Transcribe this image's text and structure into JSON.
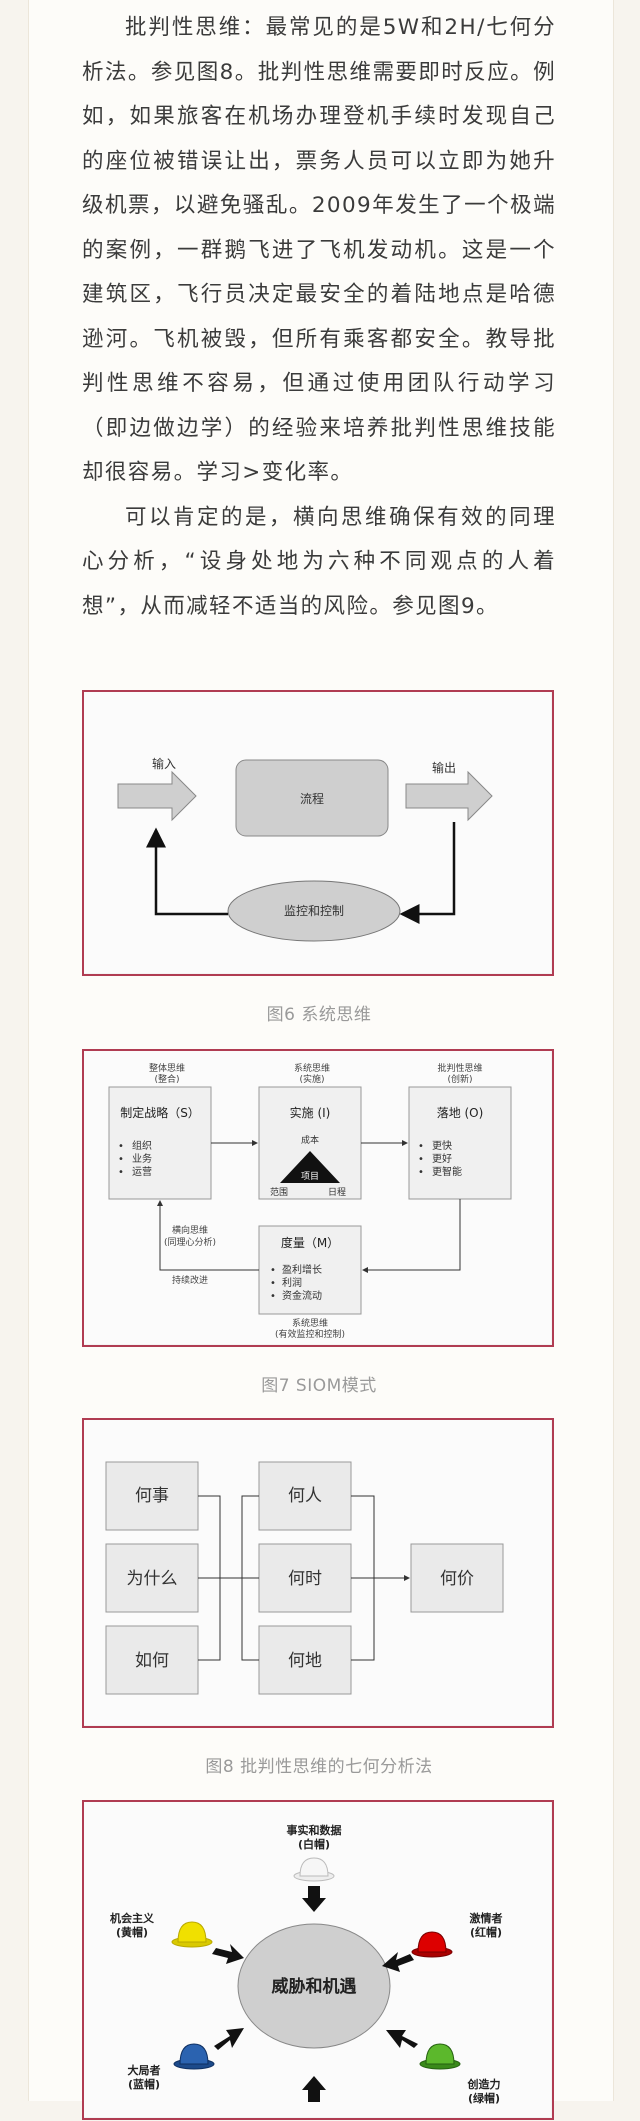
{
  "article": {
    "paragraphs": [
      "批判性思维：最常见的是5W和2H/七何分析法。参见图8。批判性思维需要即时反应。例如，如果旅客在机场办理登机手续时发现自己的座位被错误让出，票务人员可以立即为她升级机票，以避免骚乱。2009年发生了一个极端的案例，一群鹅飞进了飞机发动机。这是一个建筑区，飞行员决定最安全的着陆地点是哈德逊河。飞机被毁，但所有乘客都安全。教导批判性思维不容易，但通过使用团队行动学习（即边做边学）的经验来培养批判性思维技能却很容易。学习>变化率。",
      "可以肯定的是，横向思维确保有效的同理心分析，“设身处地为六种不同观点的人着想”，从而减轻不适当的风险。参见图9。"
    ]
  },
  "fig6": {
    "caption": "图6 系统思维",
    "input": "输入",
    "process": "流程",
    "output": "输出",
    "monitor": "监控和控制"
  },
  "fig7": {
    "caption": "图7 SIOM模式",
    "s_top": "整体思维",
    "s_top2": "(整合)",
    "s_title": "制定战略（S）",
    "s_items": [
      "组织",
      "业务",
      "运营"
    ],
    "i_top": "系统思维",
    "i_top2": "(实施)",
    "i_title": "实施 (I)",
    "i_cost": "成本",
    "i_project": "项目",
    "i_scope": "范围",
    "i_schedule": "日程",
    "o_top": "批判性思维",
    "o_top2": "(创新)",
    "o_title": "落地 (O)",
    "o_items": [
      "更快",
      "更好",
      "更智能"
    ],
    "m_title": "度量（M）",
    "m_items": [
      "盈利增长",
      "利润",
      "资金流动"
    ],
    "m_bottom": "系统思维",
    "m_bottom2": "(有效监控和控制)",
    "lateral": "横向思维",
    "lateral2": "(同理心分析)",
    "improve": "持续改进"
  },
  "fig8": {
    "caption": "图8 批判性思维的七何分析法",
    "what": "何事",
    "why": "为什么",
    "how": "如何",
    "who": "何人",
    "when": "何时",
    "where": "何地",
    "how_much": "何价"
  },
  "fig9": {
    "center": "威胁和机遇",
    "white": "事实和数据",
    "white2": "(白帽)",
    "yellow": "机会主义",
    "yellow2": "(黄帽)",
    "red": "激情者",
    "red2": "(红帽)",
    "blue": "大局者",
    "blue2": "(蓝帽)",
    "green": "创造力",
    "green2": "(绿帽)"
  }
}
